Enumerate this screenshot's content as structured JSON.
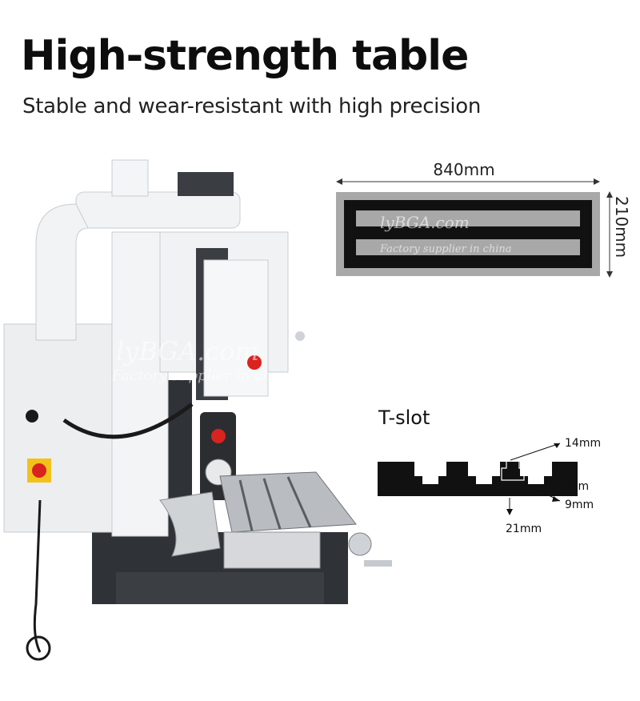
{
  "header": {
    "title": "High-strength table",
    "subtitle": "Stable and wear-resistant with high precision"
  },
  "table_dims": {
    "width_label": "840mm",
    "height_label": "210mm",
    "watermark_brand": "lyBGA.com",
    "watermark_tagline": "Factory supplier in china"
  },
  "tslot": {
    "label": "T-slot",
    "dim_top": "14mm",
    "dim_mid": "8mm",
    "dim_low": "9mm",
    "dim_depth": "21mm"
  },
  "machine": {
    "watermark_brand": "lyBGA.com",
    "watermark_tagline": "Factory supplier in china"
  },
  "colors": {
    "machine_white": "#f0f1f3",
    "machine_dark": "#2f3236",
    "accent_red": "#d8231f",
    "accent_yellow": "#f2c21a",
    "table_gray": "#a8a8a8",
    "slot_black": "#111111"
  }
}
